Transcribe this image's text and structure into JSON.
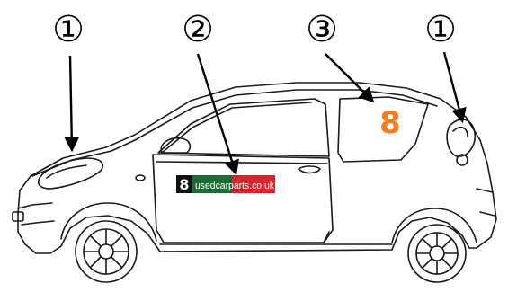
{
  "callouts": [
    {
      "id": "c1a",
      "label": "①"
    },
    {
      "id": "c2",
      "label": "②"
    },
    {
      "id": "c3",
      "label": "③"
    },
    {
      "id": "c1b",
      "label": "①"
    }
  ],
  "door_sticker": {
    "number": "8",
    "text": "usedcarparts.co.uk",
    "colors": {
      "left": "#1e6b35",
      "right": "#d8232a",
      "box": "#111111",
      "text": "#ffffff"
    }
  },
  "window_sticker": {
    "number": "8",
    "color": "#f47b20"
  },
  "colors": {
    "line": "#1a1a1a",
    "arrow": "#000000"
  }
}
